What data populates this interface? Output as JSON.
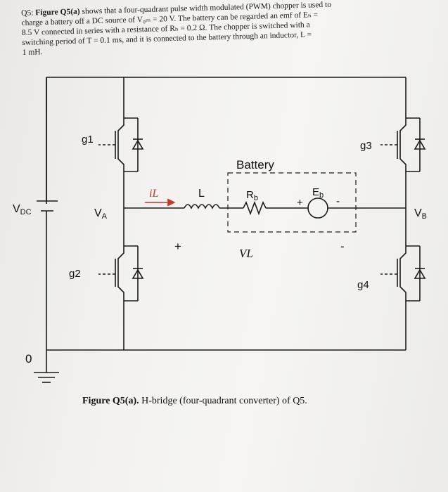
{
  "question": {
    "number": "Q5:",
    "figure_ref": "Figure Q5(a)",
    "line1_rest": "shows that a four-quadrant pulse width modulated (PWM) chopper is used to",
    "line2": "charge a battery off a DC source of V₀ₘ = 20 V. The battery can be regarded an emf of Eₕ =",
    "line3": "8.5 V connected in series with a resistance of Rₕ = 0.2 Ω. The chopper is switched with a",
    "line4": "switching period of T = 0.1 ms, and it is connected to the battery through an inductor, L =",
    "line5": "1 mH."
  },
  "circuit": {
    "vdc_label": "V",
    "vdc_sub": "DC",
    "va_label": "V",
    "va_sub": "A",
    "vb_label": "V",
    "vb_sub": "B",
    "ground_label": "0",
    "g1": "g1",
    "g2": "g2",
    "g3": "g3",
    "g4": "g4",
    "il_label": "iL",
    "inductor_label": "L",
    "battery_label": "Battery",
    "rb_label": "R",
    "rb_sub": "b",
    "eb_label": "E",
    "eb_sub": "b",
    "plus_eb": "+",
    "minus_eb": "-",
    "plus_vl": "+",
    "minus_vl": "-",
    "vl_label": "VL"
  },
  "caption": {
    "figure": "Figure Q5(a).",
    "text": "H-bridge (four-quadrant converter) of Q5."
  },
  "colors": {
    "ink": "#1a1a1a",
    "current_arrow": "#c0392b"
  }
}
